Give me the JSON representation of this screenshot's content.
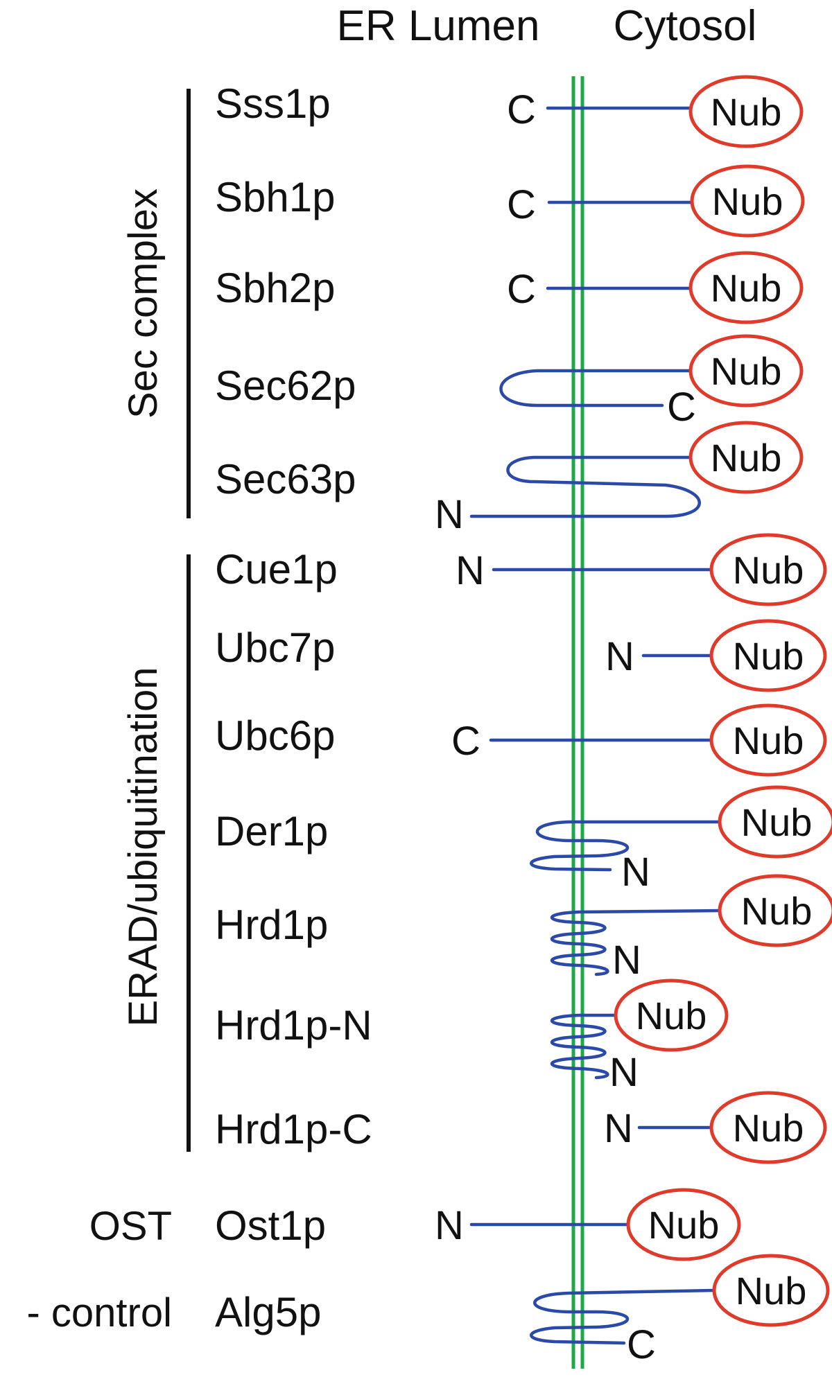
{
  "header": {
    "left": "ER Lumen",
    "right": "Cytosol"
  },
  "groups": [
    {
      "label": "Sec complex"
    },
    {
      "label": "ERAD/ubiquitination"
    },
    {
      "label": "OST"
    },
    {
      "label": "- control"
    }
  ],
  "tag_label": "Nub",
  "colors": {
    "membrane": "#1fa84a",
    "protein": "#2b4aa8",
    "nub_ring": "#e03a2a",
    "bracket": "#111111"
  },
  "proteins": [
    {
      "name": "Sss1p",
      "terminus": "C",
      "topology": "single-pass"
    },
    {
      "name": "Sbh1p",
      "terminus": "C",
      "topology": "single-pass"
    },
    {
      "name": "Sbh2p",
      "terminus": "C",
      "topology": "single-pass"
    },
    {
      "name": "Sec62p",
      "terminus": "C",
      "topology": "2-TM"
    },
    {
      "name": "Sec63p",
      "terminus": "N",
      "topology": "3-TM"
    },
    {
      "name": "Cue1p",
      "terminus": "N",
      "topology": "single-pass"
    },
    {
      "name": "Ubc7p",
      "terminus": "N",
      "topology": "cytosolic"
    },
    {
      "name": "Ubc6p",
      "terminus": "C",
      "topology": "single-pass"
    },
    {
      "name": "Der1p",
      "terminus": "N",
      "topology": "multi-pass"
    },
    {
      "name": "Hrd1p",
      "terminus": "N",
      "topology": "multi-pass"
    },
    {
      "name": "Hrd1p-N",
      "terminus": "N",
      "topology": "multi-pass"
    },
    {
      "name": "Hrd1p-C",
      "terminus": "N",
      "topology": "cytosolic"
    },
    {
      "name": "Ost1p",
      "terminus": "N",
      "topology": "single-pass"
    },
    {
      "name": "Alg5p",
      "terminus": "C",
      "topology": "multi-pass"
    }
  ]
}
